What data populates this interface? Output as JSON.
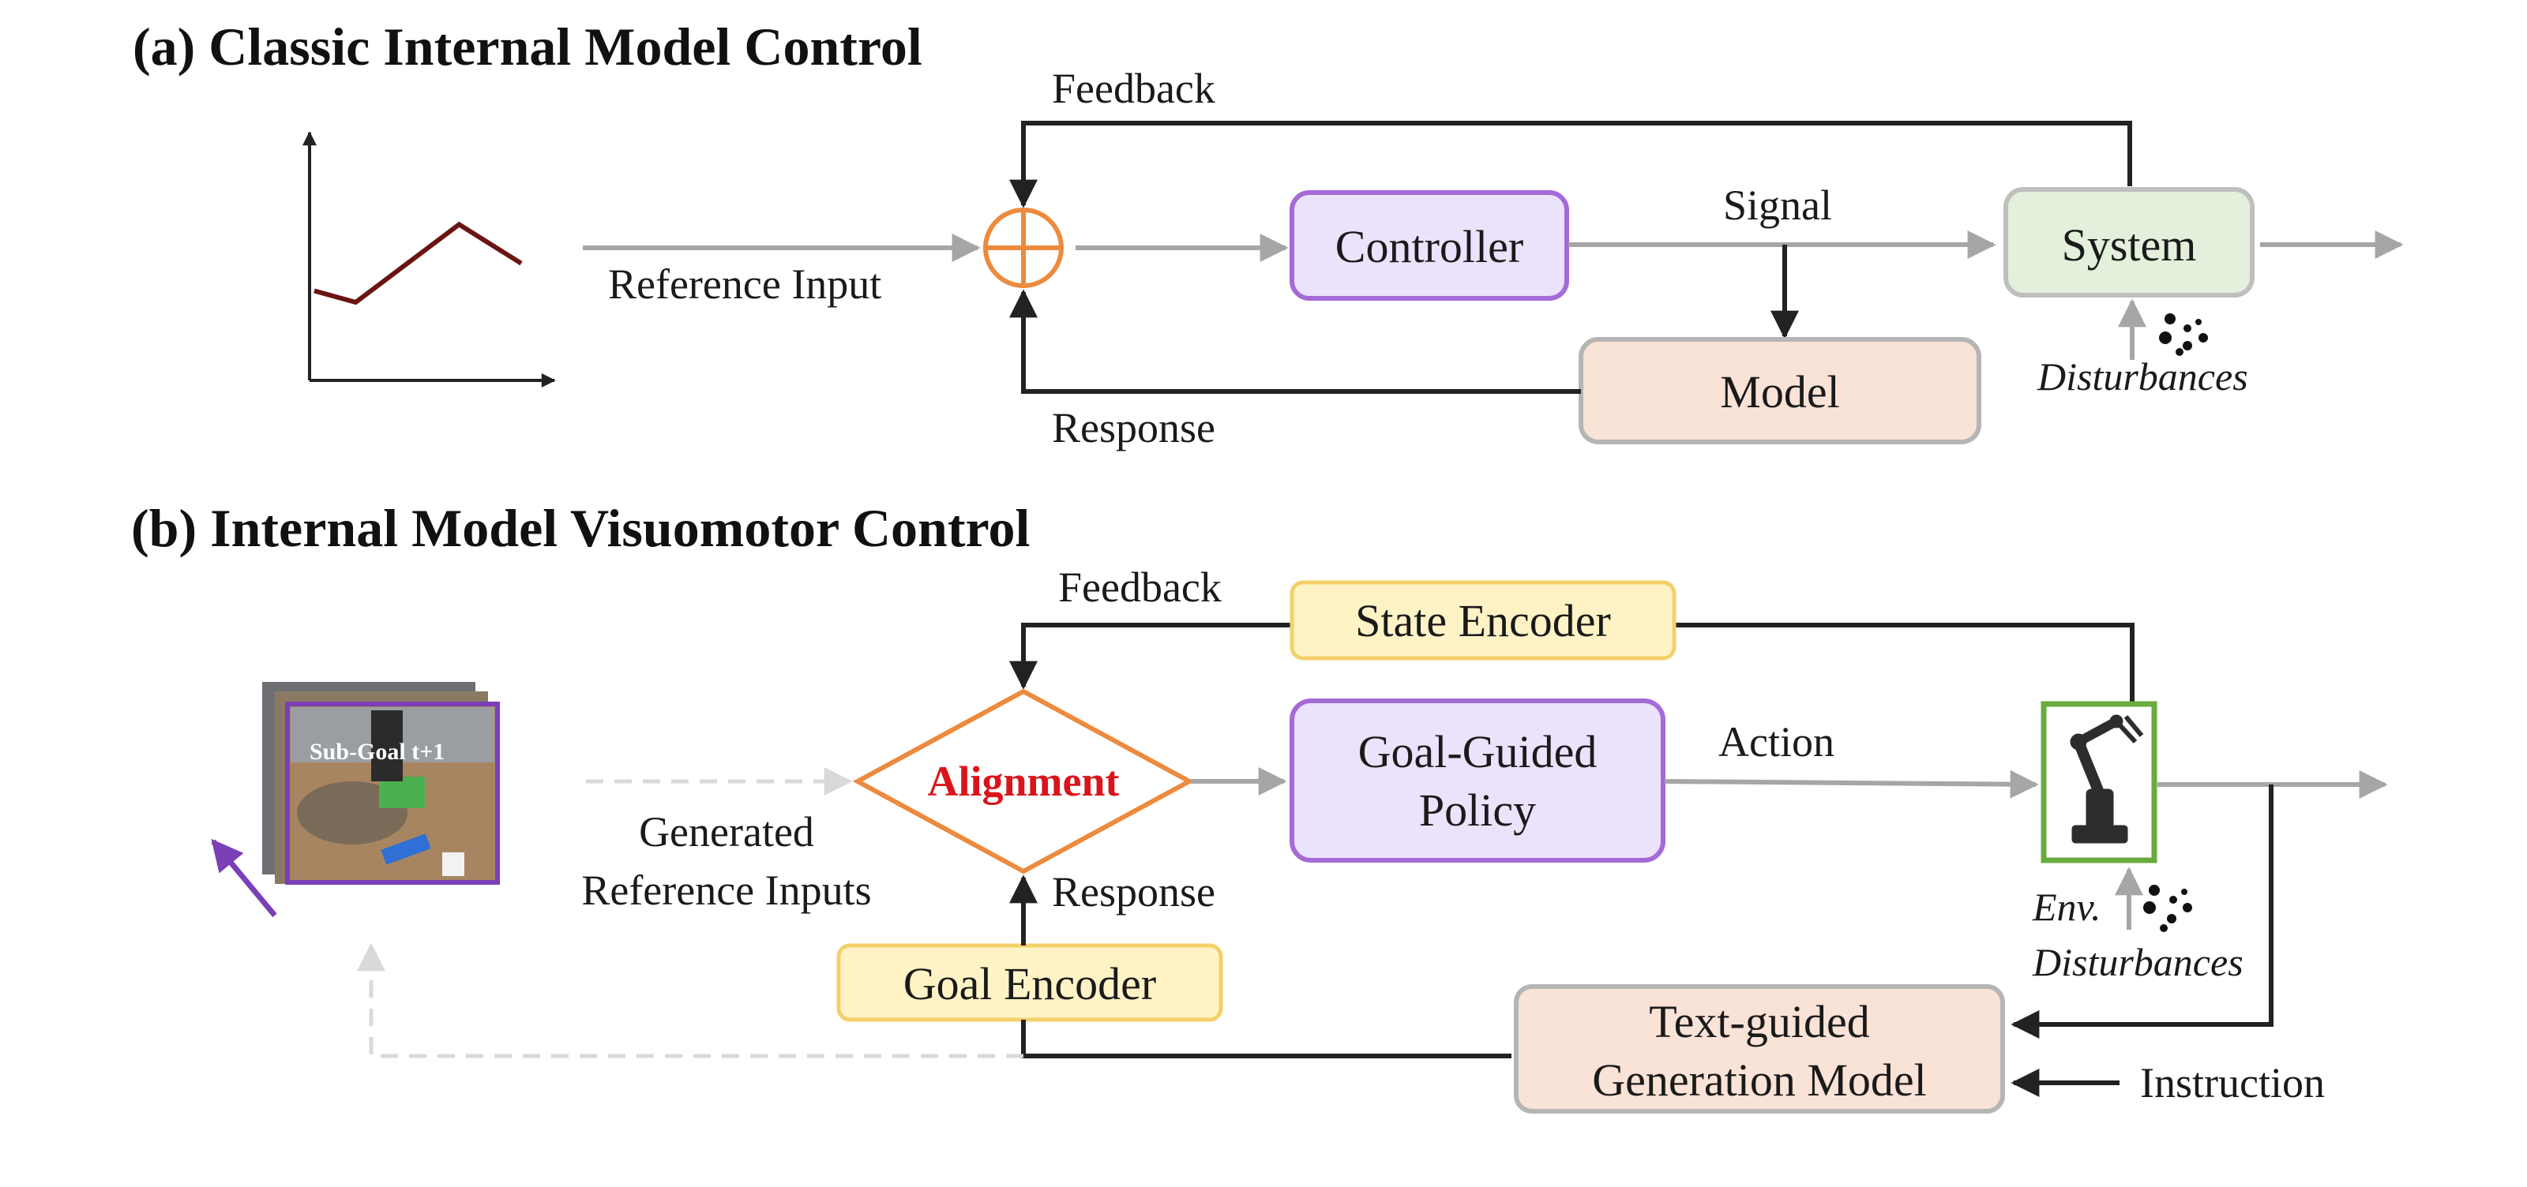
{
  "colors": {
    "gray_arrow": "#a6a6a6",
    "dark_arrow": "#222222",
    "orange": "#ed8a3d",
    "alignment_text": "#d9151b",
    "purple_border": "#a46ad6",
    "purple_fill": "#ebe2fb",
    "green_border": "#bfbfbf",
    "green_fill": "#e3f0db",
    "peach_fill": "#f9e2d6",
    "peach_border": "#b5b5b5",
    "yellow_fill": "#fff3c6",
    "yellow_border": "#f4d06a",
    "robot_border": "#6aab3f",
    "plot_line": "#6b1414",
    "frame_purple": "#7b3fb8"
  },
  "panel_a": {
    "title": "(a) Classic Internal Model Control",
    "feedback": "Feedback",
    "reference_input": "Reference Input",
    "controller": "Controller",
    "signal": "Signal",
    "system": "System",
    "model": "Model",
    "response": "Response",
    "disturbances": "Disturbances",
    "plot_points": [
      [
        0,
        0.35
      ],
      [
        0.2,
        0.3
      ],
      [
        0.7,
        0.64
      ],
      [
        1.0,
        0.47
      ]
    ]
  },
  "panel_b": {
    "title": "(b) Internal Model Visuomotor Control",
    "feedback": "Feedback",
    "state_encoder": "State Encoder",
    "sub_goal": "Sub-Goal t+1",
    "alignment": "Alignment",
    "goal_policy_line1": "Goal-Guided",
    "goal_policy_line2": "Policy",
    "action": "Action",
    "generated_line1": "Generated",
    "generated_line2": "Reference Inputs",
    "response": "Response",
    "goal_encoder": "Goal Encoder",
    "env": "Env.",
    "disturbances": "Disturbances",
    "text_model_line1": "Text-guided",
    "text_model_line2": "Generation Model",
    "instruction": "Instruction"
  }
}
